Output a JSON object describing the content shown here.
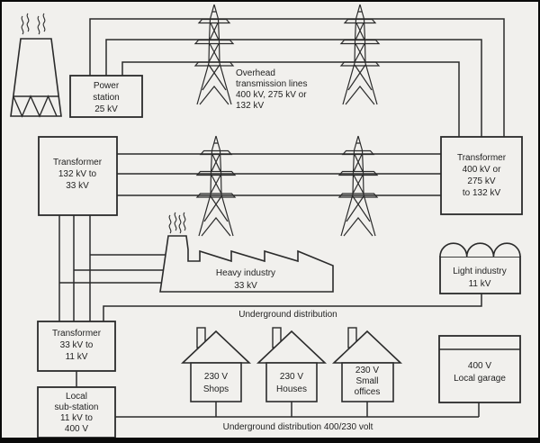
{
  "colors": {
    "background": "#f1f0ed",
    "line": "#2b2b2b",
    "text": "#1f1f1f",
    "border": "#0a0a0a"
  },
  "labels": {
    "power_station": [
      "Power",
      "station",
      "25 kV"
    ],
    "overhead_lines": [
      "Overhead",
      "transmission lines",
      "400 kV, 275 kV or",
      "132 kV"
    ],
    "grid_transformer": [
      "Transformer",
      "400 kV or",
      "275 kV",
      "to 132 kV"
    ],
    "transformer_132_33": [
      "Transformer",
      "132 kV to",
      "33 kV"
    ],
    "heavy_industry": [
      "Heavy industry",
      "33 kV"
    ],
    "light_industry": [
      "Light industry",
      "11 kV"
    ],
    "underground_distribution": "Underground distribution",
    "transformer_33_11": [
      "Transformer",
      "33 kV to",
      "11 kV"
    ],
    "local_substation": [
      "Local",
      "sub-station",
      "11 kV to",
      "400 V"
    ],
    "shops": [
      "230 V",
      "Shops"
    ],
    "houses": [
      "230 V",
      "Houses"
    ],
    "small_offices": [
      "230 V",
      "Small",
      "offices"
    ],
    "local_garage": [
      "400 V",
      "Local garage"
    ],
    "underground_400_230": "Underground distribution 400/230 volt"
  }
}
